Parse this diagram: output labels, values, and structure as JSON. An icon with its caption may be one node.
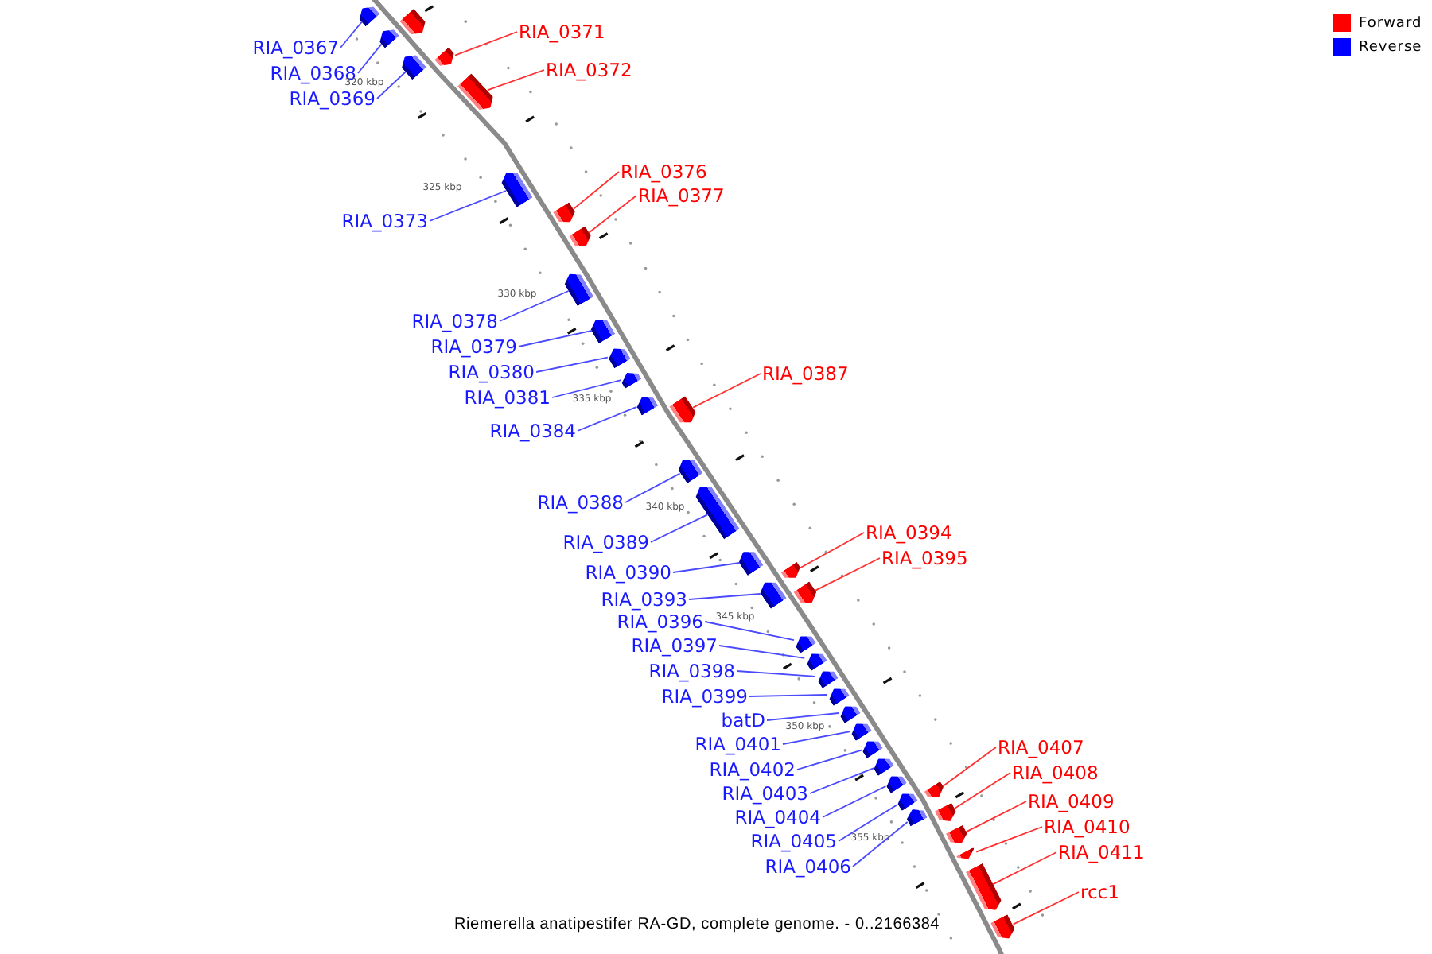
{
  "diagram": {
    "caption": "Riemerella anatipestifer RA-GD, complete genome. - 0..2166384",
    "nodes": [
      {
        "text": [
          "RIA_0367"
        ]
      },
      {
        "text": [],
        "shape": "bar"
      },
      {
        "text": [
          "RIA_0368"
        ]
      },
      {
        "text": [],
        "shape": "bar"
      },
      {
        "text": [
          "RIA_0369"
        ]
      },
      {
        "text": [],
        "shape": "bar"
      },
      {
        "text": [],
        "shape": "bar"
      },
      {
        "text": [
          "RIA_0371"
        ]
      },
      {
        "text": [],
        "shape": "bar"
      },
      {
        "text": [
          "RIA_0372"
        ]
      },
      {
        "text": [],
        "shape": "bar"
      },
      {
        "text": [
          "RIA_0373"
        ]
      },
      {
        "text": [],
        "shape": "bar"
      },
      {
        "text": [
          "RIA_0376"
        ]
      },
      {
        "text": [],
        "shape": "bar"
      },
      {
        "text": [
          "RIA_0377"
        ]
      },
      {
        "text": [],
        "shape": "bar"
      },
      {
        "text": [
          "RIA_0378"
        ]
      },
      {
        "text": [],
        "shape": "bar"
      },
      {
        "text": [
          "RIA_0379"
        ]
      },
      {
        "text": [],
        "shape": "bar"
      },
      {
        "text": [
          "RIA_0380"
        ]
      },
      {
        "text": [],
        "shape": "bar"
      },
      {
        "text": [
          "RIA_0381"
        ]
      },
      {
        "text": [],
        "shape": "bar"
      },
      {
        "text": [
          "RIA_0384"
        ]
      },
      {
        "text": [],
        "shape": "bar"
      },
      {
        "text": [
          "RIA_0387"
        ]
      },
      {
        "text": [],
        "shape": "bar"
      },
      {
        "text": [
          "RIA_0388"
        ]
      },
      {
        "text": [],
        "shape": "bar"
      },
      {
        "text": [
          "RIA_0389"
        ]
      },
      {
        "text": [],
        "shape": "bar"
      },
      {
        "text": [
          "RIA_0390"
        ]
      },
      {
        "text": [],
        "shape": "bar"
      },
      {
        "text": [
          "RIA_0393"
        ]
      },
      {
        "text": [],
        "shape": "bar"
      },
      {
        "text": [
          "RIA_0394"
        ]
      },
      {
        "text": [],
        "shape": "bar"
      },
      {
        "text": [
          "RIA_0395"
        ]
      },
      {
        "text": [],
        "shape": "bar"
      },
      {
        "text": [
          "RIA_0396"
        ]
      },
      {
        "text": [],
        "shape": "bar"
      },
      {
        "text": [
          "RIA_0397"
        ]
      },
      {
        "text": [],
        "shape": "bar"
      },
      {
        "text": [
          "RIA_0398"
        ]
      },
      {
        "text": [],
        "shape": "bar"
      },
      {
        "text": [
          "RIA_0399"
        ]
      },
      {
        "text": [],
        "shape": "bar"
      },
      {
        "text": [
          "batD"
        ]
      },
      {
        "text": [],
        "shape": "bar"
      },
      {
        "text": [
          "RIA_0401"
        ]
      },
      {
        "text": [],
        "shape": "bar"
      },
      {
        "text": [
          "RIA_0402"
        ]
      },
      {
        "text": [],
        "shape": "bar"
      },
      {
        "text": [
          "RIA_0403"
        ]
      },
      {
        "text": [],
        "shape": "bar"
      },
      {
        "text": [
          "RIA_0404"
        ]
      },
      {
        "text": [],
        "shape": "bar"
      },
      {
        "text": [
          "RIA_0405"
        ]
      },
      {
        "text": [],
        "shape": "bar"
      },
      {
        "text": [
          "RIA_0406"
        ]
      },
      {
        "text": [],
        "shape": "bar"
      },
      {
        "text": [
          "RIA_0407"
        ]
      },
      {
        "text": [],
        "shape": "bar"
      },
      {
        "text": [
          "RIA_0408"
        ]
      },
      {
        "text": [],
        "shape": "bar"
      },
      {
        "text": [
          "RIA_0409"
        ]
      },
      {
        "text": [],
        "shape": "bar"
      },
      {
        "text": [
          "RIA_0410"
        ]
      },
      {
        "text": [],
        "shape": "bar"
      },
      {
        "text": [
          "RIA_0411"
        ]
      },
      {
        "text": [],
        "shape": "bar"
      },
      {
        "text": [
          "rcc1"
        ]
      },
      {
        "text": [],
        "shape": "bar"
      }
    ],
    "edges": [
      {
        "from": 0,
        "to": 1,
        "arrow": "none"
      },
      {
        "from": 2,
        "to": 3,
        "arrow": "none"
      },
      {
        "from": 4,
        "to": 5,
        "arrow": "none"
      },
      {
        "from": 7,
        "to": 8,
        "arrow": "none",
        "color": "#ff3030"
      },
      {
        "from": 9,
        "to": 10,
        "arrow": "none",
        "color": "#ff3030"
      },
      {
        "from": 11,
        "to": 12,
        "arrow": "none"
      },
      {
        "from": 13,
        "to": 14,
        "arrow": "none",
        "color": "#ff3030"
      },
      {
        "from": 15,
        "to": 16,
        "arrow": "none",
        "color": "#ff3030"
      },
      {
        "from": 17,
        "to": 18,
        "arrow": "none"
      },
      {
        "from": 19,
        "to": 20,
        "arrow": "none"
      },
      {
        "from": 21,
        "to": 22,
        "arrow": "none"
      },
      {
        "from": 23,
        "to": 24,
        "arrow": "none"
      },
      {
        "from": 25,
        "to": 26,
        "arrow": "none"
      },
      {
        "from": 27,
        "to": 28,
        "arrow": "none",
        "color": "#ff3030"
      },
      {
        "from": 29,
        "to": 30,
        "arrow": "none"
      },
      {
        "from": 31,
        "to": 32,
        "arrow": "none"
      },
      {
        "from": 33,
        "to": 34,
        "arrow": "none"
      },
      {
        "from": 35,
        "to": 36,
        "arrow": "none"
      },
      {
        "from": 37,
        "to": 38,
        "arrow": "none",
        "color": "#ff3030"
      },
      {
        "from": 39,
        "to": 40,
        "arrow": "none",
        "color": "#ff3030"
      },
      {
        "from": 41,
        "to": 42,
        "arrow": "none"
      },
      {
        "from": 43,
        "to": 44,
        "arrow": "none"
      },
      {
        "from": 45,
        "to": 46,
        "arrow": "none"
      },
      {
        "from": 47,
        "to": 48,
        "arrow": "none"
      },
      {
        "from": 49,
        "to": 50,
        "arrow": "none"
      },
      {
        "from": 51,
        "to": 52,
        "arrow": "none"
      },
      {
        "from": 53,
        "to": 54,
        "arrow": "none"
      },
      {
        "from": 55,
        "to": 56,
        "arrow": "none"
      },
      {
        "from": 57,
        "to": 58,
        "arrow": "none"
      },
      {
        "from": 59,
        "to": 60,
        "arrow": "none"
      },
      {
        "from": 61,
        "to": 62,
        "arrow": "none"
      },
      {
        "from": 63,
        "to": 64,
        "arrow": "none",
        "color": "#ff3030"
      },
      {
        "from": 65,
        "to": 66,
        "arrow": "none",
        "color": "#ff3030"
      },
      {
        "from": 67,
        "to": 68,
        "arrow": "none",
        "color": "#ff3030"
      },
      {
        "from": 69,
        "to": 70,
        "arrow": "none",
        "color": "#ff3030"
      },
      {
        "from": 71,
        "to": 72,
        "arrow": "none",
        "color": "#ff3030"
      },
      {
        "from": 73,
        "to": 74,
        "arrow": "none",
        "color": "#ff3030"
      }
    ],
    "labels": [
      "320 kbp",
      "325 kbp",
      "330 kbp",
      "335 kbp",
      "340 kbp",
      "345 kbp",
      "350 kbp",
      "355 kbp"
    ],
    "legend": [
      {
        "text": "Forward",
        "color": "#ff0000"
      },
      {
        "text": "Reverse",
        "color": "#0000ff"
      }
    ]
  }
}
